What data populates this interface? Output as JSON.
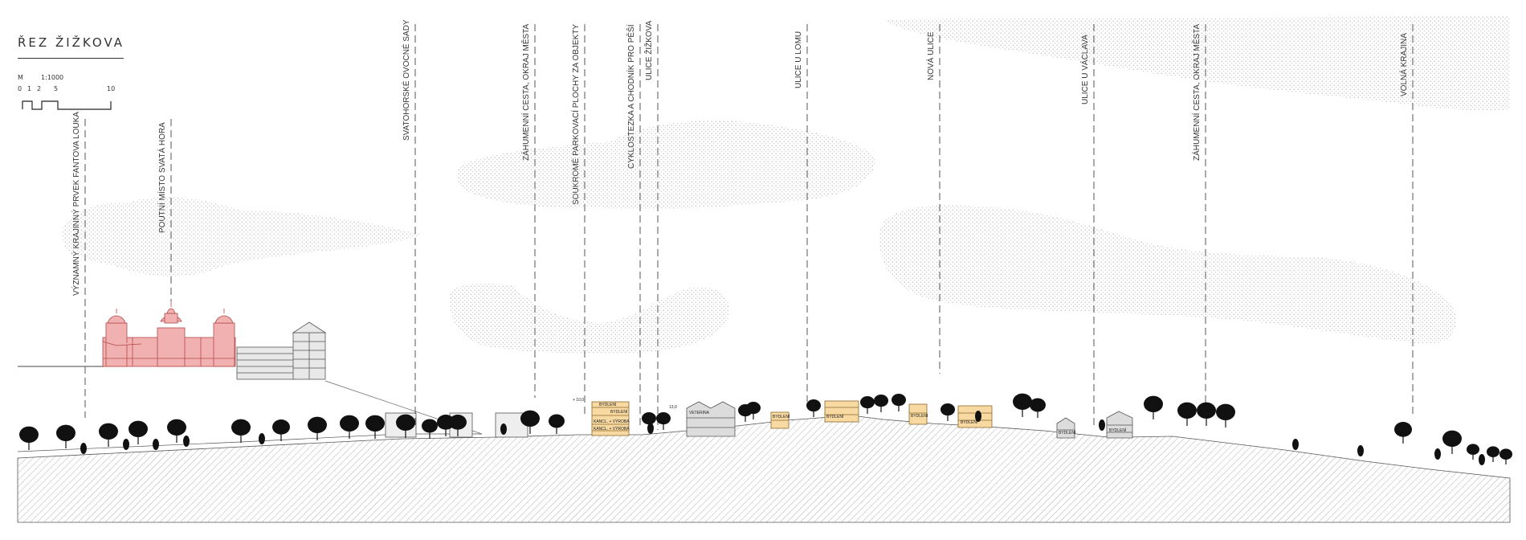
{
  "title": "ŘEZ ŽIŽKOVA",
  "scale": {
    "prefix": "M",
    "ratio": "1:1000",
    "ticks": [
      "0",
      "1",
      "2",
      "5",
      "10"
    ]
  },
  "section_labels": [
    "VÝZNAMNÝ KRAJINNÝ PRVEK FANTOVA LOUKA",
    "POUTNÍ MÍSTO SVATÁ HORA",
    "SVATOHORSKÉ OVOCNÉ SADY",
    "ZÁHUMENNÍ CESTA, OKRAJ MĚSTA",
    "SOUKROMÉ PARKOVACÍ PLOCHY ZA OBJEKTY",
    "CYKLOSTEZKA A CHODNÍK PRO PĚŠÍ",
    "ULICE ŽIŽKOVA",
    "ULICE U LOMU",
    "NOVÁ ULICE",
    "ULICE U VÁCLAVA",
    "ZÁHUMENNÍ CESTA, OKRAJ MĚSTA",
    "VOLNÁ KRAJINA"
  ],
  "building_labels": {
    "housing": "BYDLENÍ",
    "office_production": "KANCL. + VÝROBA",
    "veterinary": "VETERINA"
  },
  "height_marks": [
    "+ 10,0",
    "13,0"
  ],
  "colors": {
    "church": "#f2b1b1",
    "church_stroke": "#b34848",
    "housing": "#f8d9a2",
    "housing_stroke": "#8a6a2c",
    "grey_building": "#dcdcdc",
    "ground_hatch": "#9a9a9a",
    "dashed_line": "#555555",
    "text": "#333333"
  }
}
